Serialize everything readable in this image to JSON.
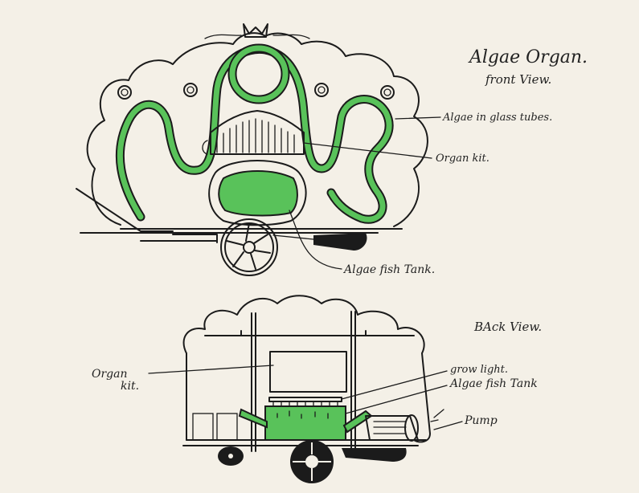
{
  "title": "Algae Organ.",
  "front": {
    "subtitle": "front View.",
    "labels": {
      "tubes": "Algae in glass tubes.",
      "organ_kit": "Organ kit.",
      "fish_tank": "Algae fish Tank."
    }
  },
  "back": {
    "subtitle": "BAck View.",
    "labels": {
      "organ_kit_line1": "Organ",
      "organ_kit_line2": "kit.",
      "grow_light": "grow light.",
      "fish_tank": "Algae fish Tank",
      "pump": "Pump"
    }
  },
  "colors": {
    "paper": "#f4f0e7",
    "ink": "#1b1b1b",
    "algae": "#59c25a"
  }
}
